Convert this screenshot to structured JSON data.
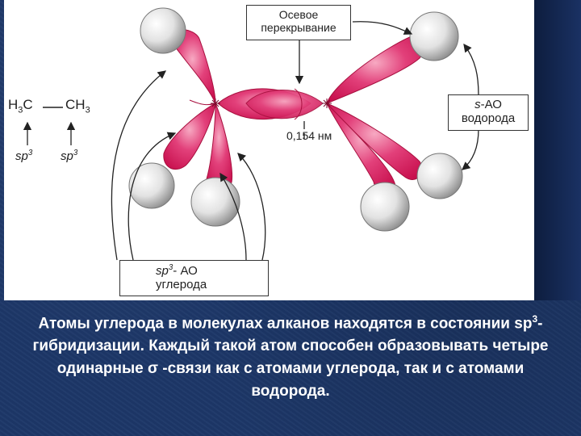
{
  "diagram": {
    "axial_overlap_label": {
      "line1": "Осевое",
      "line2": "перекрывание"
    },
    "s_ao_label": {
      "line1_symbol": "s",
      "line1_rest": "-АО",
      "line2": "водорода"
    },
    "sp3_ao_label": {
      "symbol": "sp",
      "sup": "3",
      "line1_rest": "- АО",
      "line2": "углерода"
    },
    "bond_length": "0,154 нм",
    "formula": {
      "left_group": "H",
      "left_sub": "3",
      "left_atom": "C",
      "right_group": "CH",
      "right_sub": "3",
      "hyb_symbol": "sp",
      "hyb_sup": "3"
    },
    "colors": {
      "lobe": "#d8245e",
      "lobe_light": "#f08aa8",
      "sphere": "#dcdcdc",
      "arrow": "#222222"
    }
  },
  "caption": {
    "part1": "Атомы углерода в молекулах алканов находятся в состоянии sp",
    "sup": "3",
    "part2": "-гибридизации. Каждый такой атом способен образовывать четыре одинарные σ -связи как с атомами углерода, так и с атомами водорода."
  }
}
